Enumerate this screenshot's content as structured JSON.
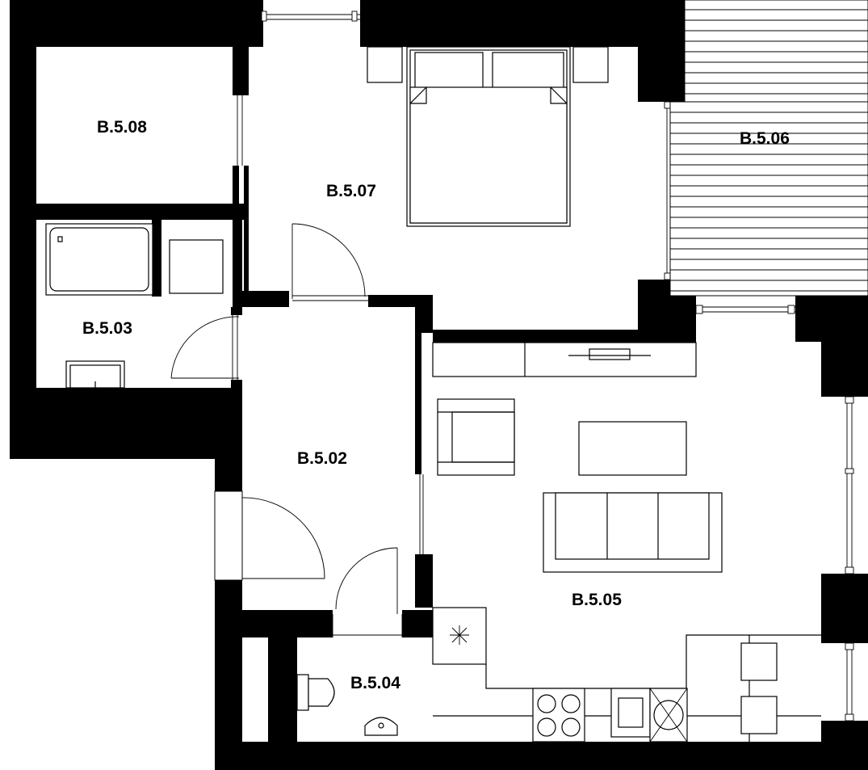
{
  "plan": {
    "rooms": [
      {
        "id": "r508",
        "label": "B.5.08"
      },
      {
        "id": "r507",
        "label": "B.5.07"
      },
      {
        "id": "r506",
        "label": "B.5.06"
      },
      {
        "id": "r503",
        "label": "B.5.03"
      },
      {
        "id": "r502",
        "label": "B.5.02"
      },
      {
        "id": "r505",
        "label": "B.5.05"
      },
      {
        "id": "r504",
        "label": "B.5.04"
      }
    ],
    "colors": {
      "wall": "#000000",
      "background": "#ffffff"
    }
  }
}
